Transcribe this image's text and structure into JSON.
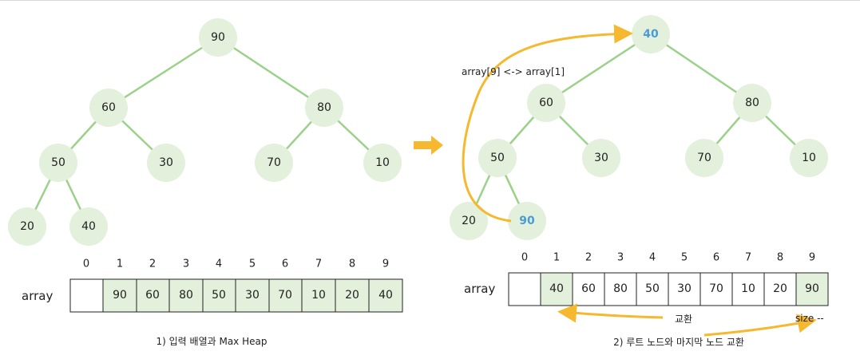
{
  "panel1": {
    "nodes": [
      "90",
      "60",
      "80",
      "50",
      "30",
      "70",
      "10",
      "20",
      "40"
    ],
    "array_label": "array",
    "indices": [
      "0",
      "1",
      "2",
      "3",
      "4",
      "5",
      "6",
      "7",
      "8",
      "9"
    ],
    "cells": [
      "",
      "90",
      "60",
      "80",
      "50",
      "30",
      "70",
      "10",
      "20",
      "40"
    ],
    "caption": "1) 입력 배열과 Max Heap"
  },
  "panel2": {
    "nodes": [
      "40",
      "60",
      "80",
      "50",
      "30",
      "70",
      "10",
      "20",
      "90"
    ],
    "highlight_nodes": [
      0,
      8
    ],
    "swap_label": "array[9] <-> array[1]",
    "array_label": "array",
    "indices": [
      "0",
      "1",
      "2",
      "3",
      "4",
      "5",
      "6",
      "7",
      "8",
      "9"
    ],
    "cells": [
      "",
      "40",
      "60",
      "80",
      "50",
      "30",
      "70",
      "10",
      "20",
      "90"
    ],
    "filled_cells": [
      1,
      9
    ],
    "exchange_label": "교환",
    "size_label": "size --",
    "caption": "2) 루트 노드와 마지막 노드 교환"
  },
  "colors": {
    "node_fill": "#e2f0dc",
    "edge": "#9cd18a",
    "highlight_text": "#4a9bd6",
    "arrow": "#f5b82e"
  }
}
